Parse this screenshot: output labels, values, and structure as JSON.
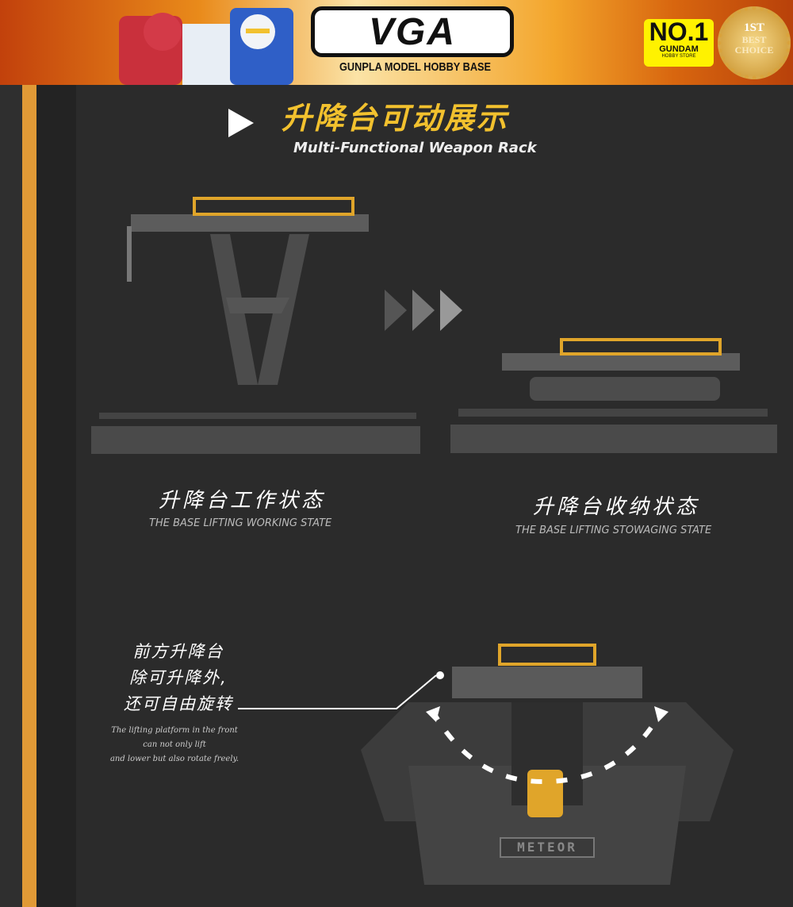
{
  "header": {
    "logo_text": "VGA",
    "tagline": "GUNPLA MODEL HOBBY BASE",
    "badge": {
      "big": "NO.1",
      "line1": "GUNDAM",
      "line2": "HOBBY STORE"
    },
    "medal": {
      "rank": "1ST",
      "line1": "BEST",
      "line2": "CHOICE"
    }
  },
  "section": {
    "title_cn": "升降台可动展示",
    "title_en": "Multi-Functional Weapon Rack"
  },
  "states": [
    {
      "cn": "升降台工作状态",
      "en": "THE BASE LIFTING WORKING STATE"
    },
    {
      "cn": "升降台收纳状态",
      "en": "THE BASE LIFTING STOWAGING STATE"
    }
  ],
  "note": {
    "cn_lines": [
      "前方升降台",
      "除可升降外,",
      "还可自由旋转"
    ],
    "en_lines": [
      "The lifting platform in the front",
      "can not only lift",
      "and lower but also rotate freely."
    ]
  },
  "base_label": "METEOR",
  "colors": {
    "accent": "#f2c12e",
    "stripe": "#e19a36",
    "bg": "#2b2b2b"
  }
}
